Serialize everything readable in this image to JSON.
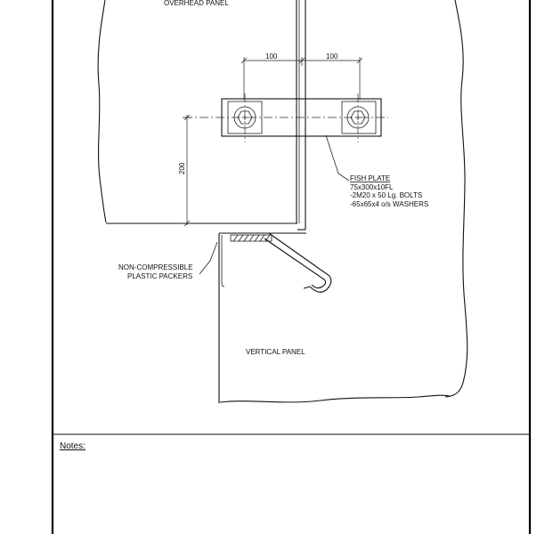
{
  "drawing": {
    "labels": {
      "overhead_panel": "OVERHEAD PANEL",
      "vertical_panel": "VERTICAL PANEL",
      "packers_line1": "NON-COMPRESSIBLE",
      "packers_line2": "PLASTIC PACKERS",
      "fish_plate_title": "FISH PLATE",
      "fish_plate_line1": "75x300x10FL",
      "fish_plate_line2": "-2M20 x 50 Lg. BOLTS",
      "fish_plate_line3": "-65x65x4 o/s WASHERS"
    },
    "dimensions": {
      "left_spacing": "100",
      "right_spacing": "100",
      "vertical": "200"
    },
    "notes_heading": "Notes:"
  }
}
